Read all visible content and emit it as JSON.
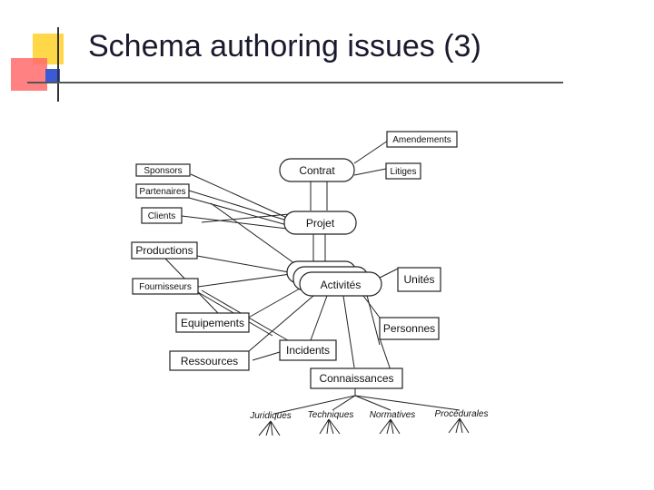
{
  "slide": {
    "title": "Schema authoring issues (3)",
    "accent_colors": {
      "yellow": "#ffd84a",
      "red": "#ff5a5a",
      "blue": "#3b5bd6",
      "rule": "#555555"
    }
  },
  "diagram": {
    "nodes": {
      "amendements": "Amendements",
      "sponsors": "Sponsors",
      "contrat": "Contrat",
      "litiges": "Litiges",
      "partenaires": "Partenaires",
      "clients": "Clients",
      "projet": "Projet",
      "productions": "Productions",
      "unites": "Unités",
      "fournisseurs": "Fournisseurs",
      "activites": "Activités",
      "equipements": "Equipements",
      "personnes": "Personnes",
      "incidents": "Incidents",
      "ressources": "Ressources",
      "connaissances": "Connaissances"
    },
    "leaves": {
      "juridiques": "Juridiques",
      "techniques": "Techniques",
      "normatives": "Normatives",
      "procedurales": "Procédurales"
    }
  }
}
